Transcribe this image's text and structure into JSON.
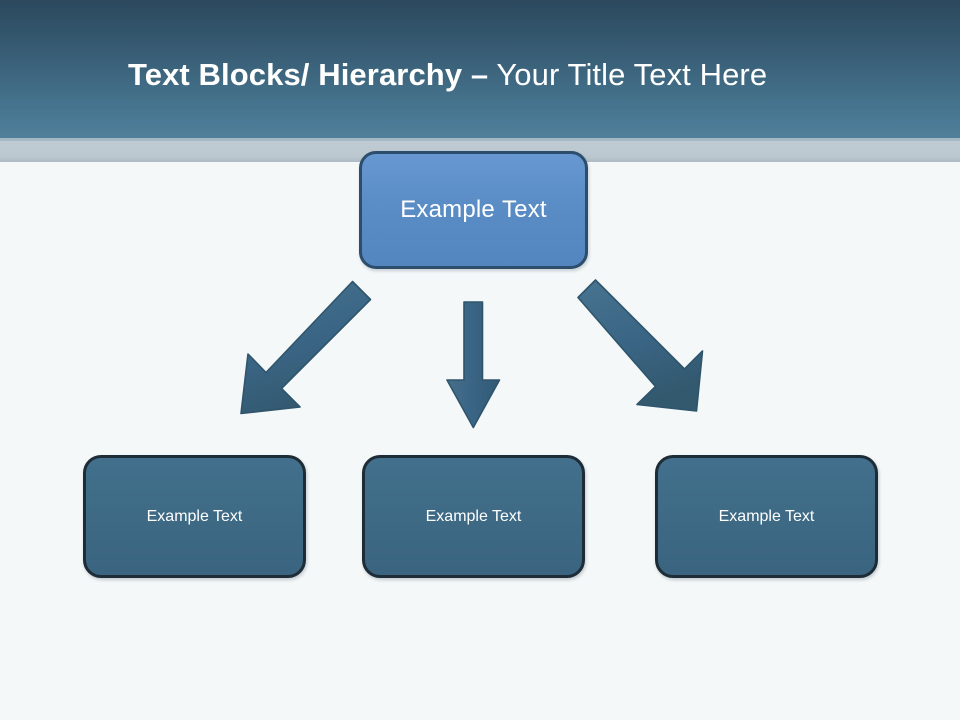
{
  "slide": {
    "title": {
      "strong": "Text Blocks/ Hierarchy –",
      "normal": " Your Title Text Here",
      "full": "Text Blocks/ Hierarchy – Your Title Text Here"
    },
    "background_color": "#f4f8f9"
  },
  "header": {
    "gradient_top_color": "#2b485d",
    "gradient_bottom_color": "#517f99",
    "band_color": "#bcc8d0",
    "title_color": "#ffffff"
  },
  "diagram": {
    "type": "hierarchy",
    "root": {
      "label_part_1": "Example",
      "label_part_2": "Text",
      "fill_color": "#5a8cc6",
      "border_color": "#2c4d6b"
    },
    "children": [
      {
        "label": "Example Text",
        "fill_color": "#3e6a85",
        "border_color": "#1d2c36"
      },
      {
        "label": "Example Text",
        "fill_color": "#3e6a85",
        "border_color": "#1d2c36"
      },
      {
        "label": "Example Text",
        "fill_color": "#3e6a85",
        "border_color": "#1d2c36"
      }
    ],
    "connectors": [
      {
        "name": "arrow-down-left",
        "direction": "down-left",
        "color": "#3a6585"
      },
      {
        "name": "arrow-down",
        "direction": "down",
        "color": "#3a6585"
      },
      {
        "name": "arrow-down-right",
        "direction": "down-right",
        "color": "#3a6585"
      }
    ]
  }
}
